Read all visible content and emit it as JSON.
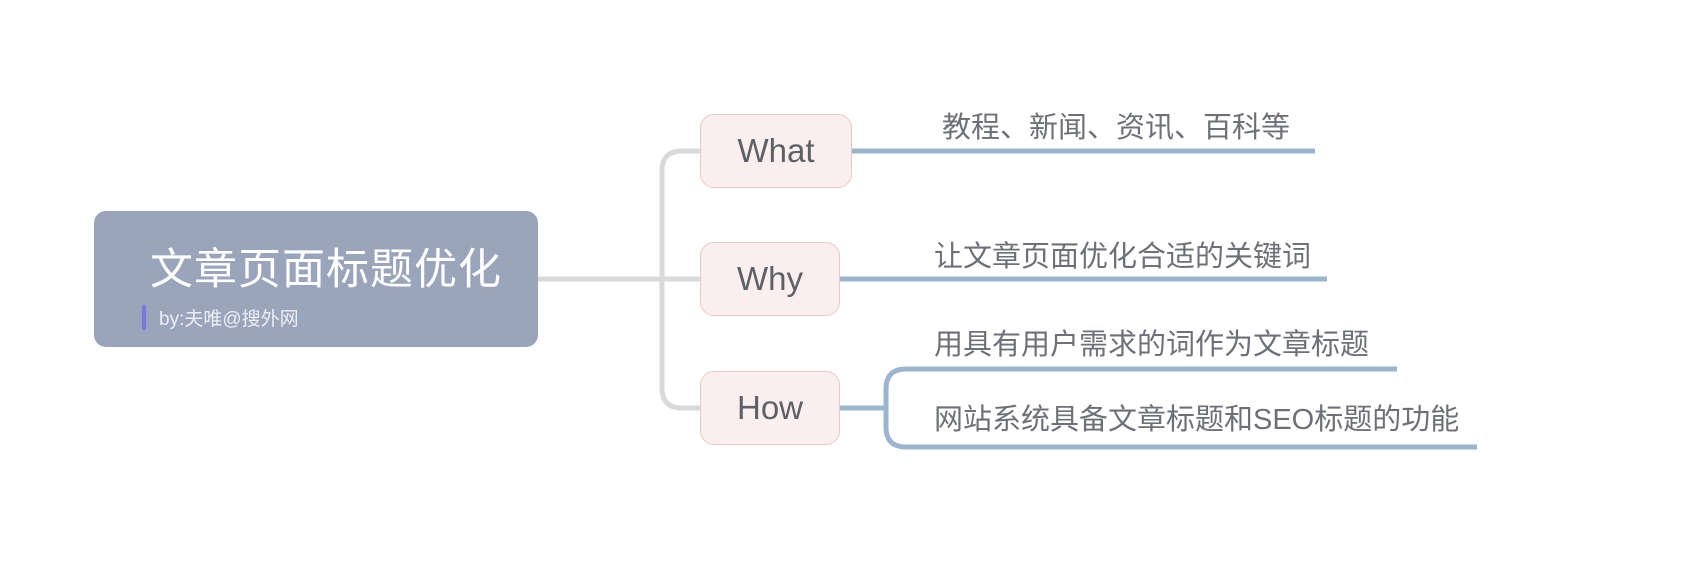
{
  "diagram": {
    "type": "mindmap",
    "background_color": "#ffffff",
    "root": {
      "title": "文章页面标题优化",
      "subtitle": "by:夫唯@搜外网",
      "fill_color": "#9aa5bb",
      "text_color": "#ffffff",
      "accent_color": "#7b78e0"
    },
    "branch_style": {
      "fill_color": "#fbeeee",
      "border_color": "#e8c9c9",
      "text_color": "#5e6068"
    },
    "connector_colors": {
      "trunk": "#d9d9d9",
      "leaf": "#9cb5cd"
    },
    "branches": [
      {
        "label": "What",
        "leaves": [
          {
            "text": "教程、新闻、资讯、百科等"
          }
        ]
      },
      {
        "label": "Why",
        "leaves": [
          {
            "text": "让文章页面优化合适的关键词"
          }
        ]
      },
      {
        "label": "How",
        "leaves": [
          {
            "text": "用具有用户需求的词作为文章标题"
          },
          {
            "text": "网站系统具备文章标题和SEO标题的功能"
          }
        ]
      }
    ]
  }
}
